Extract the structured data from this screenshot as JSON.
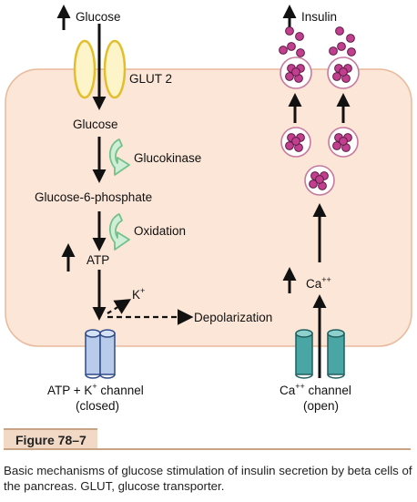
{
  "colors": {
    "cell_fill": "#fbe6d8",
    "cell_border": "#e9b99a",
    "glut_fill": "#fdf5c9",
    "glut_stroke": "#e2bf2a",
    "arrow_green": "#74c18a",
    "granule_fill": "#c13f8e",
    "channel_blue": "#b9cbea",
    "channel_teal": "#4aa6a4",
    "caption_bar": "#f1d9c6"
  },
  "labels": {
    "glucose_outside": "Glucose",
    "glut2": "GLUT 2",
    "glucose_inside": "Glucose",
    "glucokinase": "Glucokinase",
    "g6p": "Glucose-6-phosphate",
    "oxidation": "Oxidation",
    "atp": "ATP",
    "k_base": "K",
    "k_sup": "+",
    "depolarization": "Depolarization",
    "katp_prefix": "ATP + K",
    "katp_sup": "+",
    "katp_suffix": " channel",
    "katp_state": "(closed)",
    "insulin": "Insulin",
    "ca_base": "Ca",
    "ca_sup": "++",
    "cachan_base": "Ca",
    "cachan_sup": "++",
    "cachan_suffix": " channel",
    "cachan_state": "(open)"
  },
  "figure_label": "Figure 78–7",
  "caption": "Basic mechanisms of glucose stimulation of insulin secretion by beta cells of the pancreas. GLUT, glucose transporter."
}
